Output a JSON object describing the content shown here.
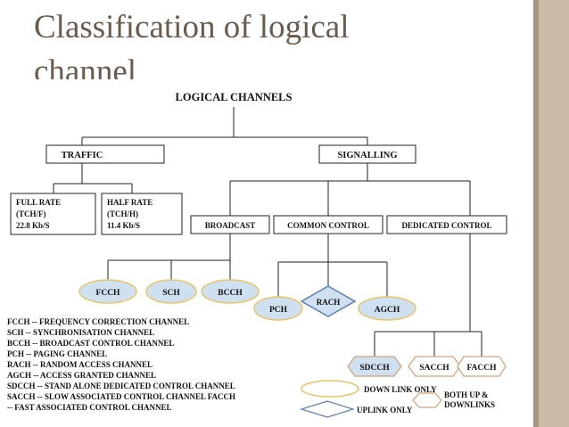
{
  "slide": {
    "title": "Classification of logical channel"
  },
  "diagram": {
    "root": "LOGICAL CHANNELS",
    "traffic": "TRAFFIC",
    "signalling": "SIGNALLING",
    "full_rate": [
      "FULL RATE",
      "(TCH/F)",
      "22.8 Kb/S"
    ],
    "half_rate": [
      "HALF RATE",
      "(TCH/H)",
      "11.4 Kb/S"
    ],
    "broadcast": "BROADCAST",
    "common_control": "COMMON CONTROL",
    "dedicated_control": "DEDICATED CONTROL",
    "fcch": "FCCH",
    "sch": "SCH",
    "bcch": "BCCH",
    "pch": "PCH",
    "rach": "RACH",
    "agch": "AGCH",
    "sdcch": "SDCCH",
    "sacch": "SACCH",
    "facch": "FACCH"
  },
  "legend": {
    "definitions": [
      "FCCH -- FREQUENCY CORRECTION CHANNEL",
      "SCH    -- SYNCHRONISATION CHANNEL",
      "BCCH -- BROADCAST CONTROL CHANNEL",
      "PCH    -- PAGING CHANNEL",
      "RACH  -- RANDOM ACCESS CHANNEL",
      "AGCH  -- ACCESS GRANTED CHANNEL",
      "SDCCH -- STAND ALONE DEDICATED CONTROL CHANNEL",
      "SACCH -- SLOW ASSOCIATED CONTROL CHANNEL FACCH",
      "-- FAST ASSOCIATED CONTROL CHANNEL"
    ],
    "downlink_only": "DOWN LINK ONLY",
    "uplink_only": "UPLINK ONLY",
    "both_up_downlinks": [
      "BOTH UP &",
      "DOWNLINKS"
    ]
  },
  "colors": {
    "downlink_fill": "#cfe0f0",
    "downlink_stroke": "#e8c46a",
    "uplink_fill": "#cfe0f0",
    "uplink_stroke": "#5d7fa8",
    "sidebar": "#c9bba6",
    "title": "#6b5b4c"
  }
}
